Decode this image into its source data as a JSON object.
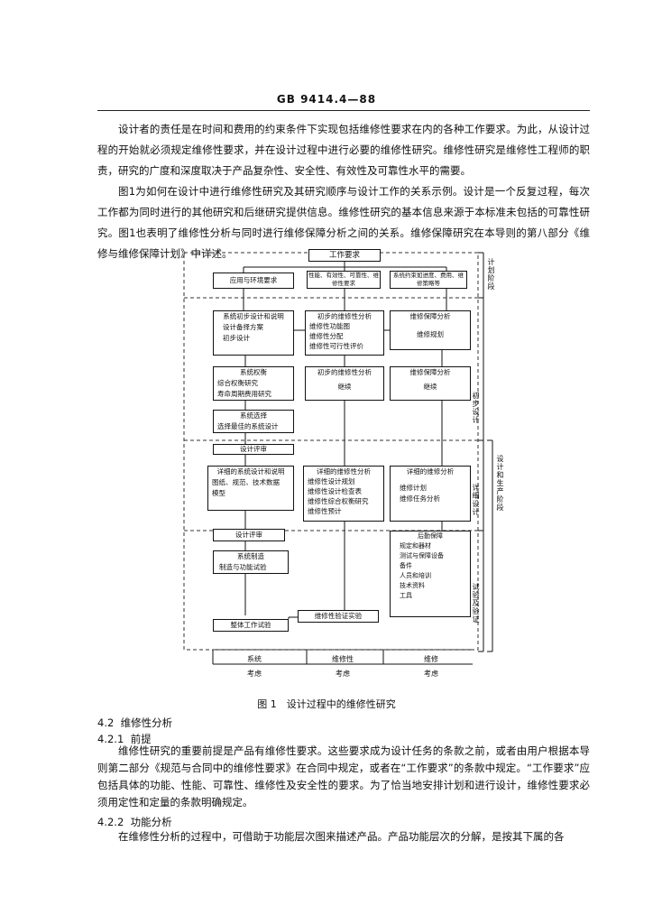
{
  "header": {
    "title": "GB 9414.4—88"
  },
  "paragraphs": [
    "设计者的责任是在时间和费用的约束条件下实现包括维修性要求在内的各种工作要求。为此，从设计过程的开始就必须规定维修性要求，并在设计过程中进行必要的维修性研究。维修性研究是维修性工程师的职责，研究的广度和深度取决于产品复杂性、安全性、有效性及可靠性水平的需要。",
    "图1为如何在设计中进行维修性研究及其研究顺序与设计工作的关系示例。设计是一个反复过程，每次工作都为同时进行的其他研究和后继研究提供信息。维修性研究的基本信息来源于本标准未包括的可靠性研究。图1也表明了维修性分析与同时进行维修保障分析之间的关系。维修保障研究在本导则的第八部分《维修与维修保障计划》中详述。"
  ],
  "diagram": {
    "work_req": "工作要求",
    "row1": [
      "应用与环境要求",
      "性能、有效性、可靠性、维修性要求",
      "系统约束如进度、费用、维修策略等"
    ],
    "col1": {
      "sys_spec": {
        "title": "系统初步设计和说明",
        "items": [
          "设计备择方案",
          "初步设计"
        ]
      },
      "sys_trade": {
        "title": "系统权衡",
        "items": [
          "综合权衡研究",
          "寿命周期费用研究"
        ]
      },
      "sys_select": {
        "title": "系统选择",
        "items": [
          "选择最佳的系统设计"
        ]
      },
      "design_review1": "设计评审",
      "detail_design": {
        "title": "详细的系统设计和说明",
        "items": [
          "图纸、规范、技术数据",
          "模型"
        ]
      },
      "design_review2": "设计评审",
      "sys_build": {
        "title": "系统制造",
        "items": [
          "制造与功能试验"
        ]
      },
      "total_test": "整体工作试验"
    },
    "col2": {
      "prelim_analysis": {
        "title": "初步的维修性分析",
        "items": [
          "维修性功能图",
          "维修性分配",
          "维修性可行性评价"
        ]
      },
      "prelim_analysis2": {
        "title": "初步的维修性分析",
        "items": [
          "继续"
        ]
      },
      "detail_analysis": {
        "title": "详细的维修性分析",
        "items": [
          "维修性设计规划",
          "维修性设计检查表",
          "维修性综合权衡研究",
          "维修性预计"
        ]
      },
      "verify_test": "维修性验证实验"
    },
    "col3": {
      "support1": {
        "title": "维修保障分析",
        "items": [
          "维修规划"
        ]
      },
      "support2": {
        "title": "维修保障分析",
        "items": [
          "继续"
        ]
      },
      "detail_support": {
        "title": "详细的维修分析",
        "items": [
          "维修计划",
          "维修任务分析"
        ]
      },
      "logistics": {
        "title": "后勤保障",
        "items": [
          "规定和器材",
          "测试与保障设备",
          "备件",
          "人员和培训",
          "技术资料",
          "工具"
        ]
      }
    },
    "phases": [
      "计划阶段",
      "初步设计",
      "详细设计",
      "设计和生产阶段",
      "试验及验证"
    ],
    "bottom": [
      {
        "top": "系统",
        "bot": "考虑"
      },
      {
        "top": "维修性",
        "bot": "考虑"
      },
      {
        "top": "维修",
        "bot": "考虑"
      }
    ]
  },
  "figure_caption": "图 1　设计过程中的维修性研究",
  "sections": [
    {
      "num": "4.2",
      "title": "维修性分析"
    },
    {
      "num": "4.2.1",
      "title": "前提"
    },
    {
      "num": "4.2.2",
      "title": "功能分析"
    }
  ],
  "paragraph_421": "维修性研究的重要前提是产品有维修性要求。这些要求成为设计任务的条款之前，或者由用户根据本导则第二部分《规范与合同中的维修性要求》在合同中规定，或者在“工作要求”的条款中规定。“工作要求”应包括具体的功能、性能、可靠性、维修性及安全性的要求。为了恰当地安排计划和进行设计，维修性要求必须用定性和定量的条款明确规定。",
  "paragraph_422": "在维修性分析的过程中，可借助于功能层次图来描述产品。产品功能层次的分解，是按其下属的各"
}
